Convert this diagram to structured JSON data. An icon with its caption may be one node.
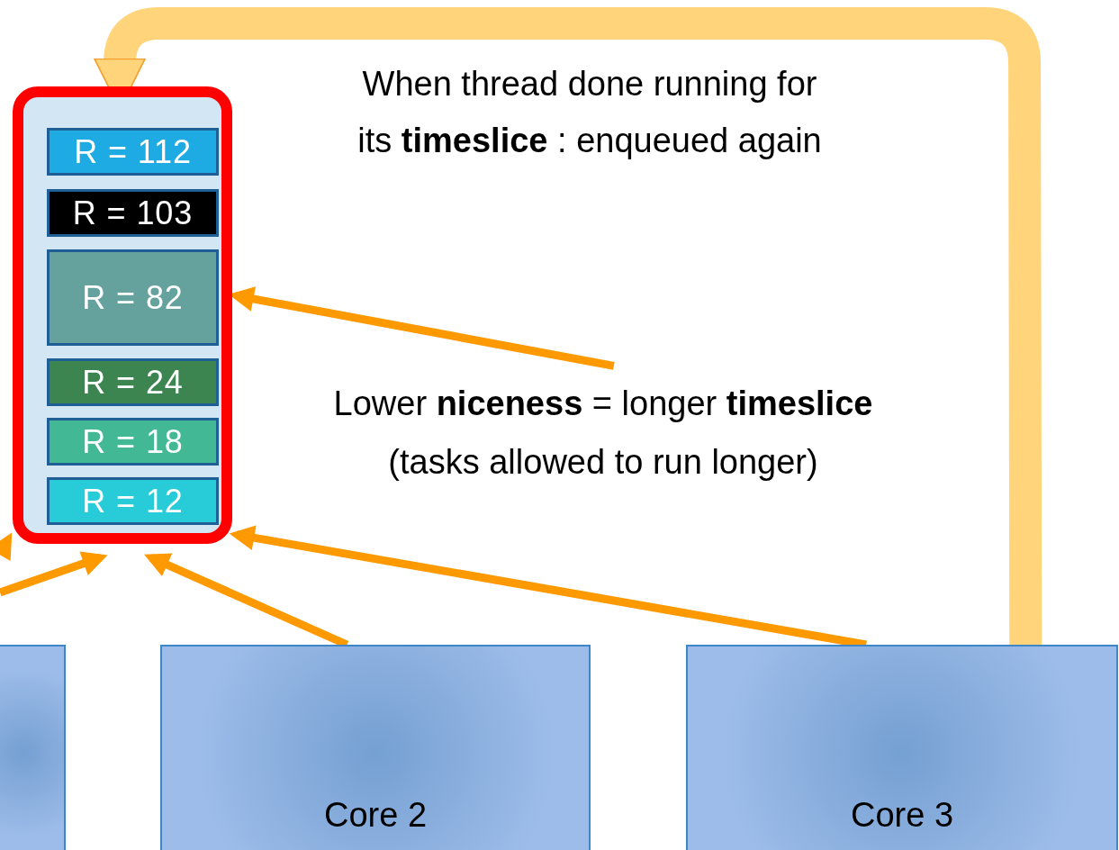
{
  "diagram": {
    "nodes": [
      {
        "text": [],
        "shape": "box"
      },
      {
        "text": [
          "R = 112"
        ],
        "in": 0
      },
      {
        "text": [
          "R = 103"
        ],
        "in": 0
      },
      {
        "text": [
          "R = 82"
        ],
        "in": 0
      },
      {
        "text": [
          "R = 24"
        ],
        "in": 0
      },
      {
        "text": [
          "R = 18"
        ],
        "in": 0
      },
      {
        "text": [
          "R = 12"
        ],
        "in": 0
      },
      {
        "text": [
          "Lower **niceness** = longer **timeslice**",
          "(tasks allowed to run longer)"
        ]
      },
      {
        "text": [],
        "shape": "box"
      },
      {
        "text": [
          "Core 2"
        ]
      },
      {
        "text": [
          "Core 3"
        ]
      }
    ],
    "edges": [
      {
        "from": 10,
        "to": 0,
        "arrow": "to",
        "style": "thick",
        "color": "#ffd47a"
      },
      {
        "from": 7,
        "to": 3,
        "arrow": "to"
      },
      {
        "from": null,
        "to": 0,
        "arrow": "to"
      },
      {
        "from": null,
        "to": 0,
        "arrow": "to"
      },
      {
        "from": 9,
        "to": 0,
        "arrow": "to"
      },
      {
        "from": 10,
        "to": 0,
        "arrow": "to"
      }
    ],
    "labels": [
      "When thread done running for its **timeslice** : enqueued again"
    ]
  }
}
